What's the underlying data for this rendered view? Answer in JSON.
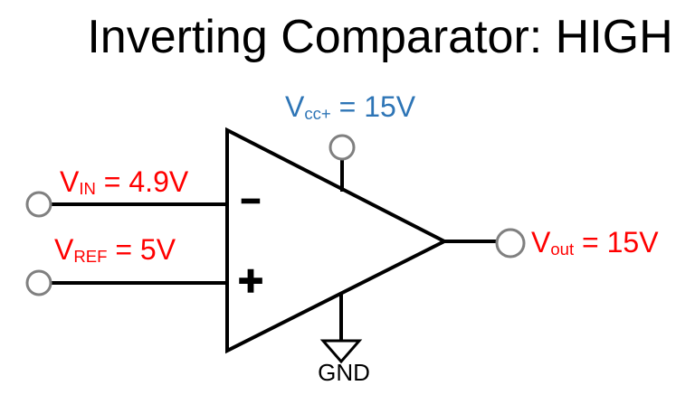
{
  "title": "Inverting Comparator: HIGH",
  "colors": {
    "title_text": "#000000",
    "signal_label": "#FF0000",
    "supply_label": "#2E75B6",
    "wire": "#000000",
    "terminal_outline": "#808080"
  },
  "opamp": {
    "inverting_sign": "−",
    "noninverting_sign": "+"
  },
  "labels": {
    "vin": {
      "base": "V",
      "sub": "IN",
      "value": " = 4.9V"
    },
    "vref": {
      "base": "V",
      "sub": "REF",
      "value": " = 5V"
    },
    "vcc": {
      "base": "V",
      "sub": "cc+",
      "value": " = 15V"
    },
    "vout": {
      "base": "V",
      "sub": "out",
      "value": " = 15V"
    },
    "gnd": "GND"
  }
}
